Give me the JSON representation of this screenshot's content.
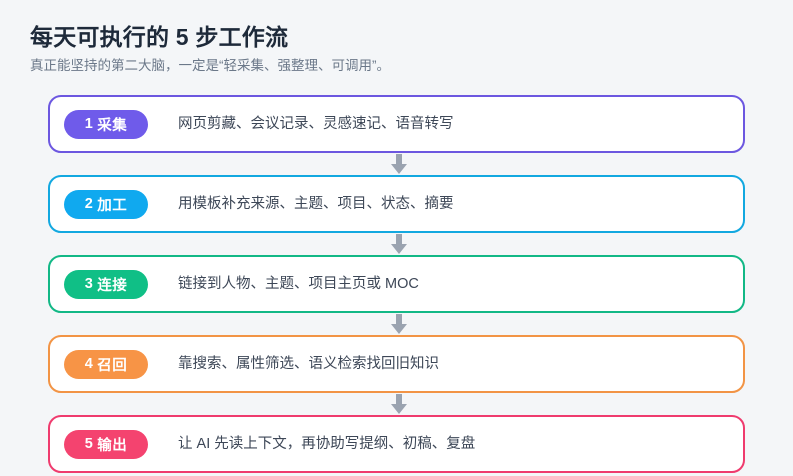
{
  "header": {
    "title": "每天可执行的 5 步工作流",
    "subtitle": "真正能坚持的第二大脑，一定是“轻采集、强整理、可调用”。"
  },
  "colors": {
    "background": "#f4f6f8",
    "title_text": "#1e2a3a",
    "subtitle_text": "#6b7889",
    "body_text": "#3d4757",
    "card_background": "#ffffff",
    "connector_arrow": "#9aa3b0"
  },
  "flow": {
    "connector_icon": "arrow-down-icon",
    "steps": [
      {
        "number": "1",
        "label": "采集",
        "description": "网页剪藏、会议记录、灵感速记、语音转写",
        "accent": "#6c57e0",
        "badge_color": "#6f5bea"
      },
      {
        "number": "2",
        "label": "加工",
        "description": "用模板补充来源、主题、项目、状态、摘要",
        "accent": "#12a8e0",
        "badge_color": "#10a9ef"
      },
      {
        "number": "3",
        "label": "连接",
        "description": "链接到人物、主题、项目主页或 MOC",
        "accent": "#12b886",
        "badge_color": "#10bf86"
      },
      {
        "number": "4",
        "label": "召回",
        "description": "靠搜索、属性筛选、语义检索找回旧知识",
        "accent": "#f29445",
        "badge_color": "#f79446"
      },
      {
        "number": "5",
        "label": "输出",
        "description": "让 AI 先读上下文，再协助写提纲、初稿、复盘",
        "accent": "#ef3b6e",
        "badge_color": "#f4436f"
      }
    ]
  }
}
